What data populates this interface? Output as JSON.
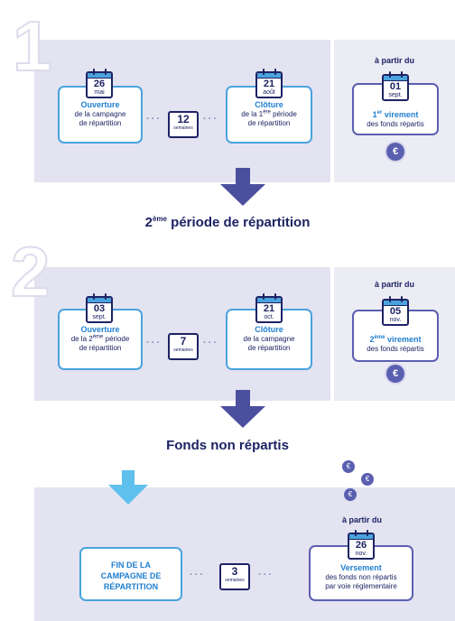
{
  "colors": {
    "panel": "#e3e3f1",
    "navy": "#1d2363",
    "blue": "#1f7fcf",
    "purple": "#5a5fb0",
    "lightblue": "#4aa3dd"
  },
  "section1": {
    "number": "1",
    "open": {
      "day": "26",
      "month": "mai",
      "title": "Ouverture",
      "line1": "de la campagne",
      "line2": "de répartition"
    },
    "duration": {
      "value": "12",
      "unit": "semaines"
    },
    "close": {
      "day": "21",
      "month": "août",
      "title": "Clôture",
      "line1_pre": "de la 1",
      "line1_sup": "ère",
      "line1_post": " période",
      "line2": "de répartition"
    },
    "payment": {
      "from": "à partir du",
      "day": "01",
      "month": "sept.",
      "title_num": "1",
      "title_sup": "er",
      "title_rest": " virement",
      "line": "des fonds répartis",
      "coin": "€"
    }
  },
  "heading2": {
    "pre": "2",
    "sup": "ème",
    "post": " période de répartition"
  },
  "section2": {
    "number": "2",
    "open": {
      "day": "03",
      "month": "sept.",
      "title": "Ouverture",
      "line1_pre": "de la 2",
      "line1_sup": "ème",
      "line1_post": " période",
      "line2": "de répartition"
    },
    "duration": {
      "value": "7",
      "unit": "semaines"
    },
    "close": {
      "day": "21",
      "month": "oct.",
      "title": "Clôture",
      "line1": "de la campagne",
      "line2": "de répartition"
    },
    "payment": {
      "from": "à partir du",
      "day": "05",
      "month": "nov.",
      "title_num": "2",
      "title_sup": "ème",
      "title_rest": " virement",
      "line": "des fonds répartis",
      "coin": "€"
    }
  },
  "heading3": "Fonds non répartis",
  "section3": {
    "end": {
      "line1": "FIN DE LA",
      "line2": "CAMPAGNE DE",
      "line3": "RÉPARTITION"
    },
    "duration": {
      "value": "3",
      "unit": "semaines"
    },
    "payment": {
      "from": "à partir du",
      "day": "26",
      "month": "nov.",
      "title": "Versement",
      "line1": "des fonds non répartis",
      "line2": "par voie réglementaire"
    },
    "coin": "€"
  }
}
